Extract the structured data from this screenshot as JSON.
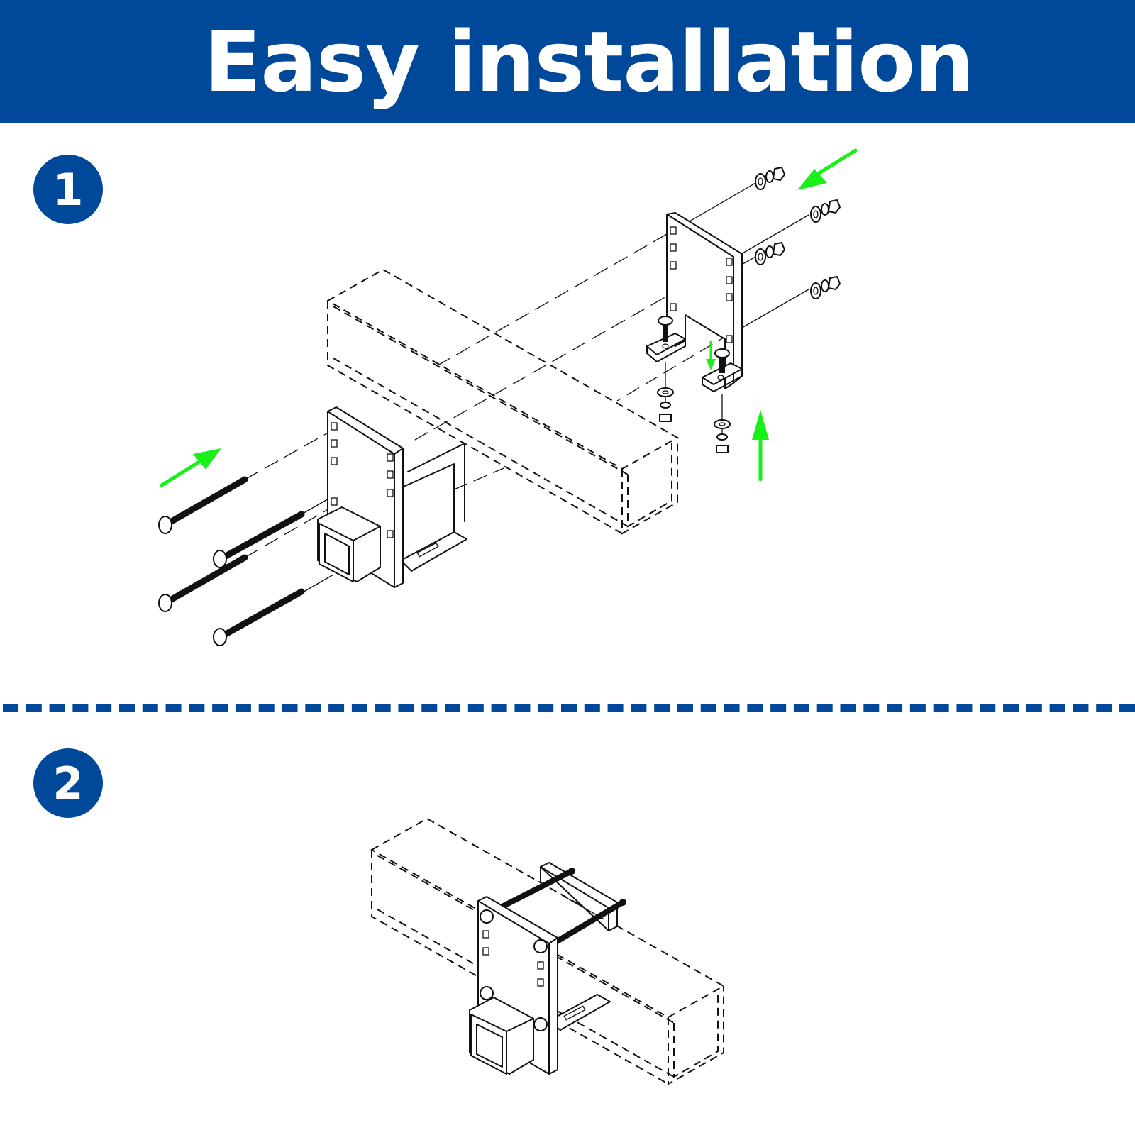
{
  "header": {
    "title": "Easy installation"
  },
  "steps": [
    {
      "number": "1"
    },
    {
      "number": "2"
    }
  ],
  "colors": {
    "brand_blue": "#00499a",
    "arrow_green": "#19f019",
    "line_black": "#111111",
    "background": "#ffffff"
  }
}
